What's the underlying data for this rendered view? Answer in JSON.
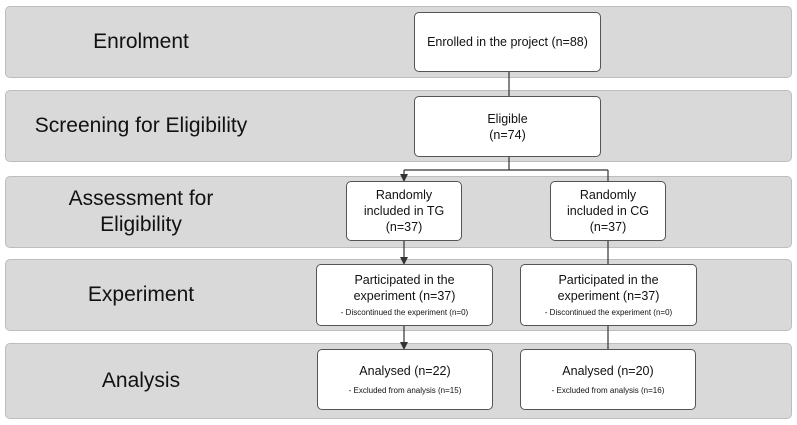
{
  "stages": {
    "enrolment": "Enrolment",
    "screening_line1": "Screening for Eligibility",
    "assessment_line1": "Assessment for",
    "assessment_line2": "Eligibility",
    "experiment": "Experiment",
    "analysis": "Analysis"
  },
  "boxes": {
    "enrolled": {
      "text": "Enrolled in the project (n=88)"
    },
    "eligible": {
      "line1": "Eligible",
      "line2": "(n=74)"
    },
    "tg_random": {
      "line1": "Randomly",
      "line2": "included in TG",
      "line3": "(n=37)"
    },
    "cg_random": {
      "line1": "Randomly",
      "line2": "included in CG",
      "line3": "(n=37)"
    },
    "tg_experiment": {
      "line1": "Participated in the",
      "line2": "experiment (n=37)",
      "note": "- Discontinued the experiment (n=0)"
    },
    "cg_experiment": {
      "line1": "Participated in the",
      "line2": "experiment (n=37)",
      "note": "- Discontinued the experiment (n=0)"
    },
    "tg_analysis": {
      "line1": "Analysed (n=22)",
      "note": "- Excluded from analysis (n=15)"
    },
    "cg_analysis": {
      "line1": "Analysed (n=20)",
      "note": "- Excluded from analysis (n=16)"
    }
  }
}
